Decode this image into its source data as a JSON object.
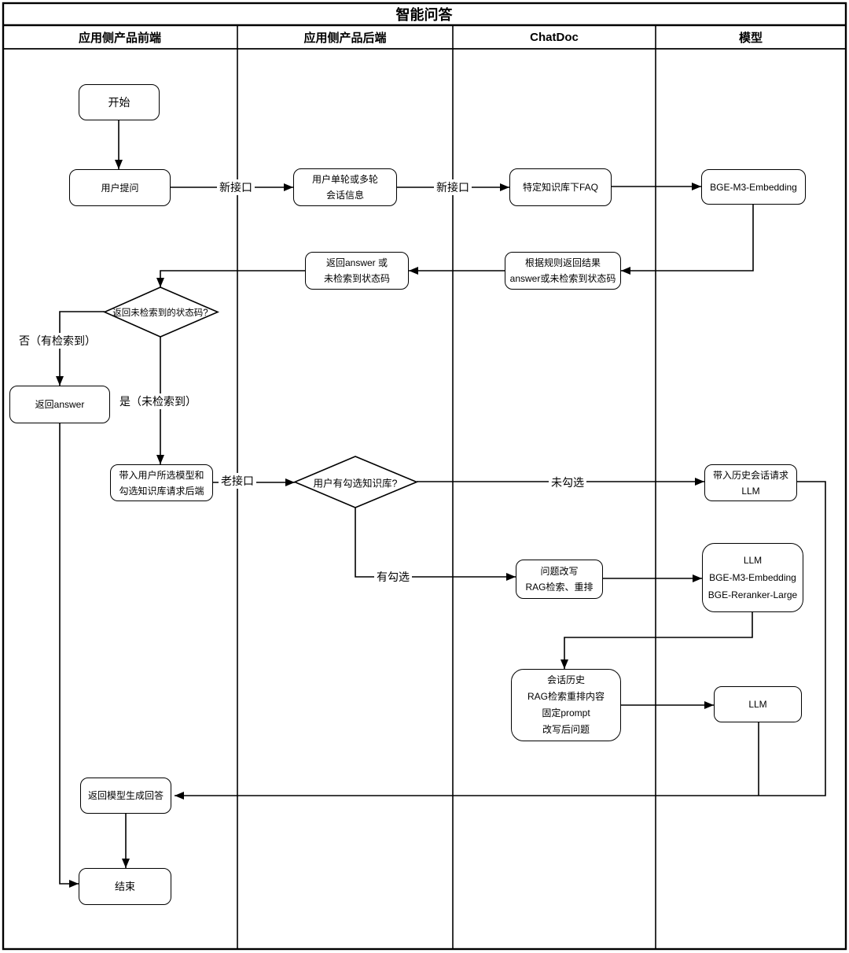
{
  "title": "智能问答",
  "lanes": [
    {
      "label": "应用侧产品前端"
    },
    {
      "label": "应用侧产品后端"
    },
    {
      "label": "ChatDoc"
    },
    {
      "label": "模型"
    }
  ],
  "nodes": {
    "start": {
      "label": "开始"
    },
    "user_question": {
      "label": "用户提问"
    },
    "backend_session": {
      "line1": "用户单轮或多轮",
      "line2": "会话信息"
    },
    "chatdoc_faq": {
      "label": "特定知识库下FAQ"
    },
    "model_embedding": {
      "label": "BGE-M3-Embedding"
    },
    "return_answer_or_code": {
      "line1": "返回answer 或",
      "line2": "未检索到状态码"
    },
    "chatdoc_rule_return": {
      "line1": "根据规则返回结果",
      "line2": "answer或未检索到状态码"
    },
    "decision_retrieval": {
      "label": "返回未检索到的状态码?"
    },
    "return_answer": {
      "label": "返回answer"
    },
    "request_backend": {
      "line1": "带入用户所选模型和",
      "line2": "勾选知识库请求后端"
    },
    "decision_kb": {
      "label": "用户有勾选知识库?"
    },
    "history_llm": {
      "line1": "带入历史会话请求",
      "line2": "LLM"
    },
    "rewrite_rag": {
      "line1": "问题改写",
      "line2": "RAG检索、重排"
    },
    "llm_bge_stack": {
      "line1": "LLM",
      "line2": "BGE-M3-Embedding",
      "line3": "BGE-Reranker-Large"
    },
    "context_assemble": {
      "line1": "会话历史",
      "line2": "RAG检索重排内容",
      "line3": "固定prompt",
      "line4": "改写后问题"
    },
    "llm_final": {
      "label": "LLM"
    },
    "return_generated": {
      "label": "返回模型生成回答"
    },
    "end": {
      "label": "结束"
    }
  },
  "edge_labels": {
    "new_api_1": "新接口",
    "new_api_2": "新接口",
    "no_retrieved": "否（有检索到）",
    "yes_not_retrieved": "是（未检索到）",
    "old_api": "老接口",
    "not_checked": "未勾选",
    "checked": "有勾选"
  },
  "colors": {
    "line": "#000000",
    "background": "#ffffff"
  }
}
